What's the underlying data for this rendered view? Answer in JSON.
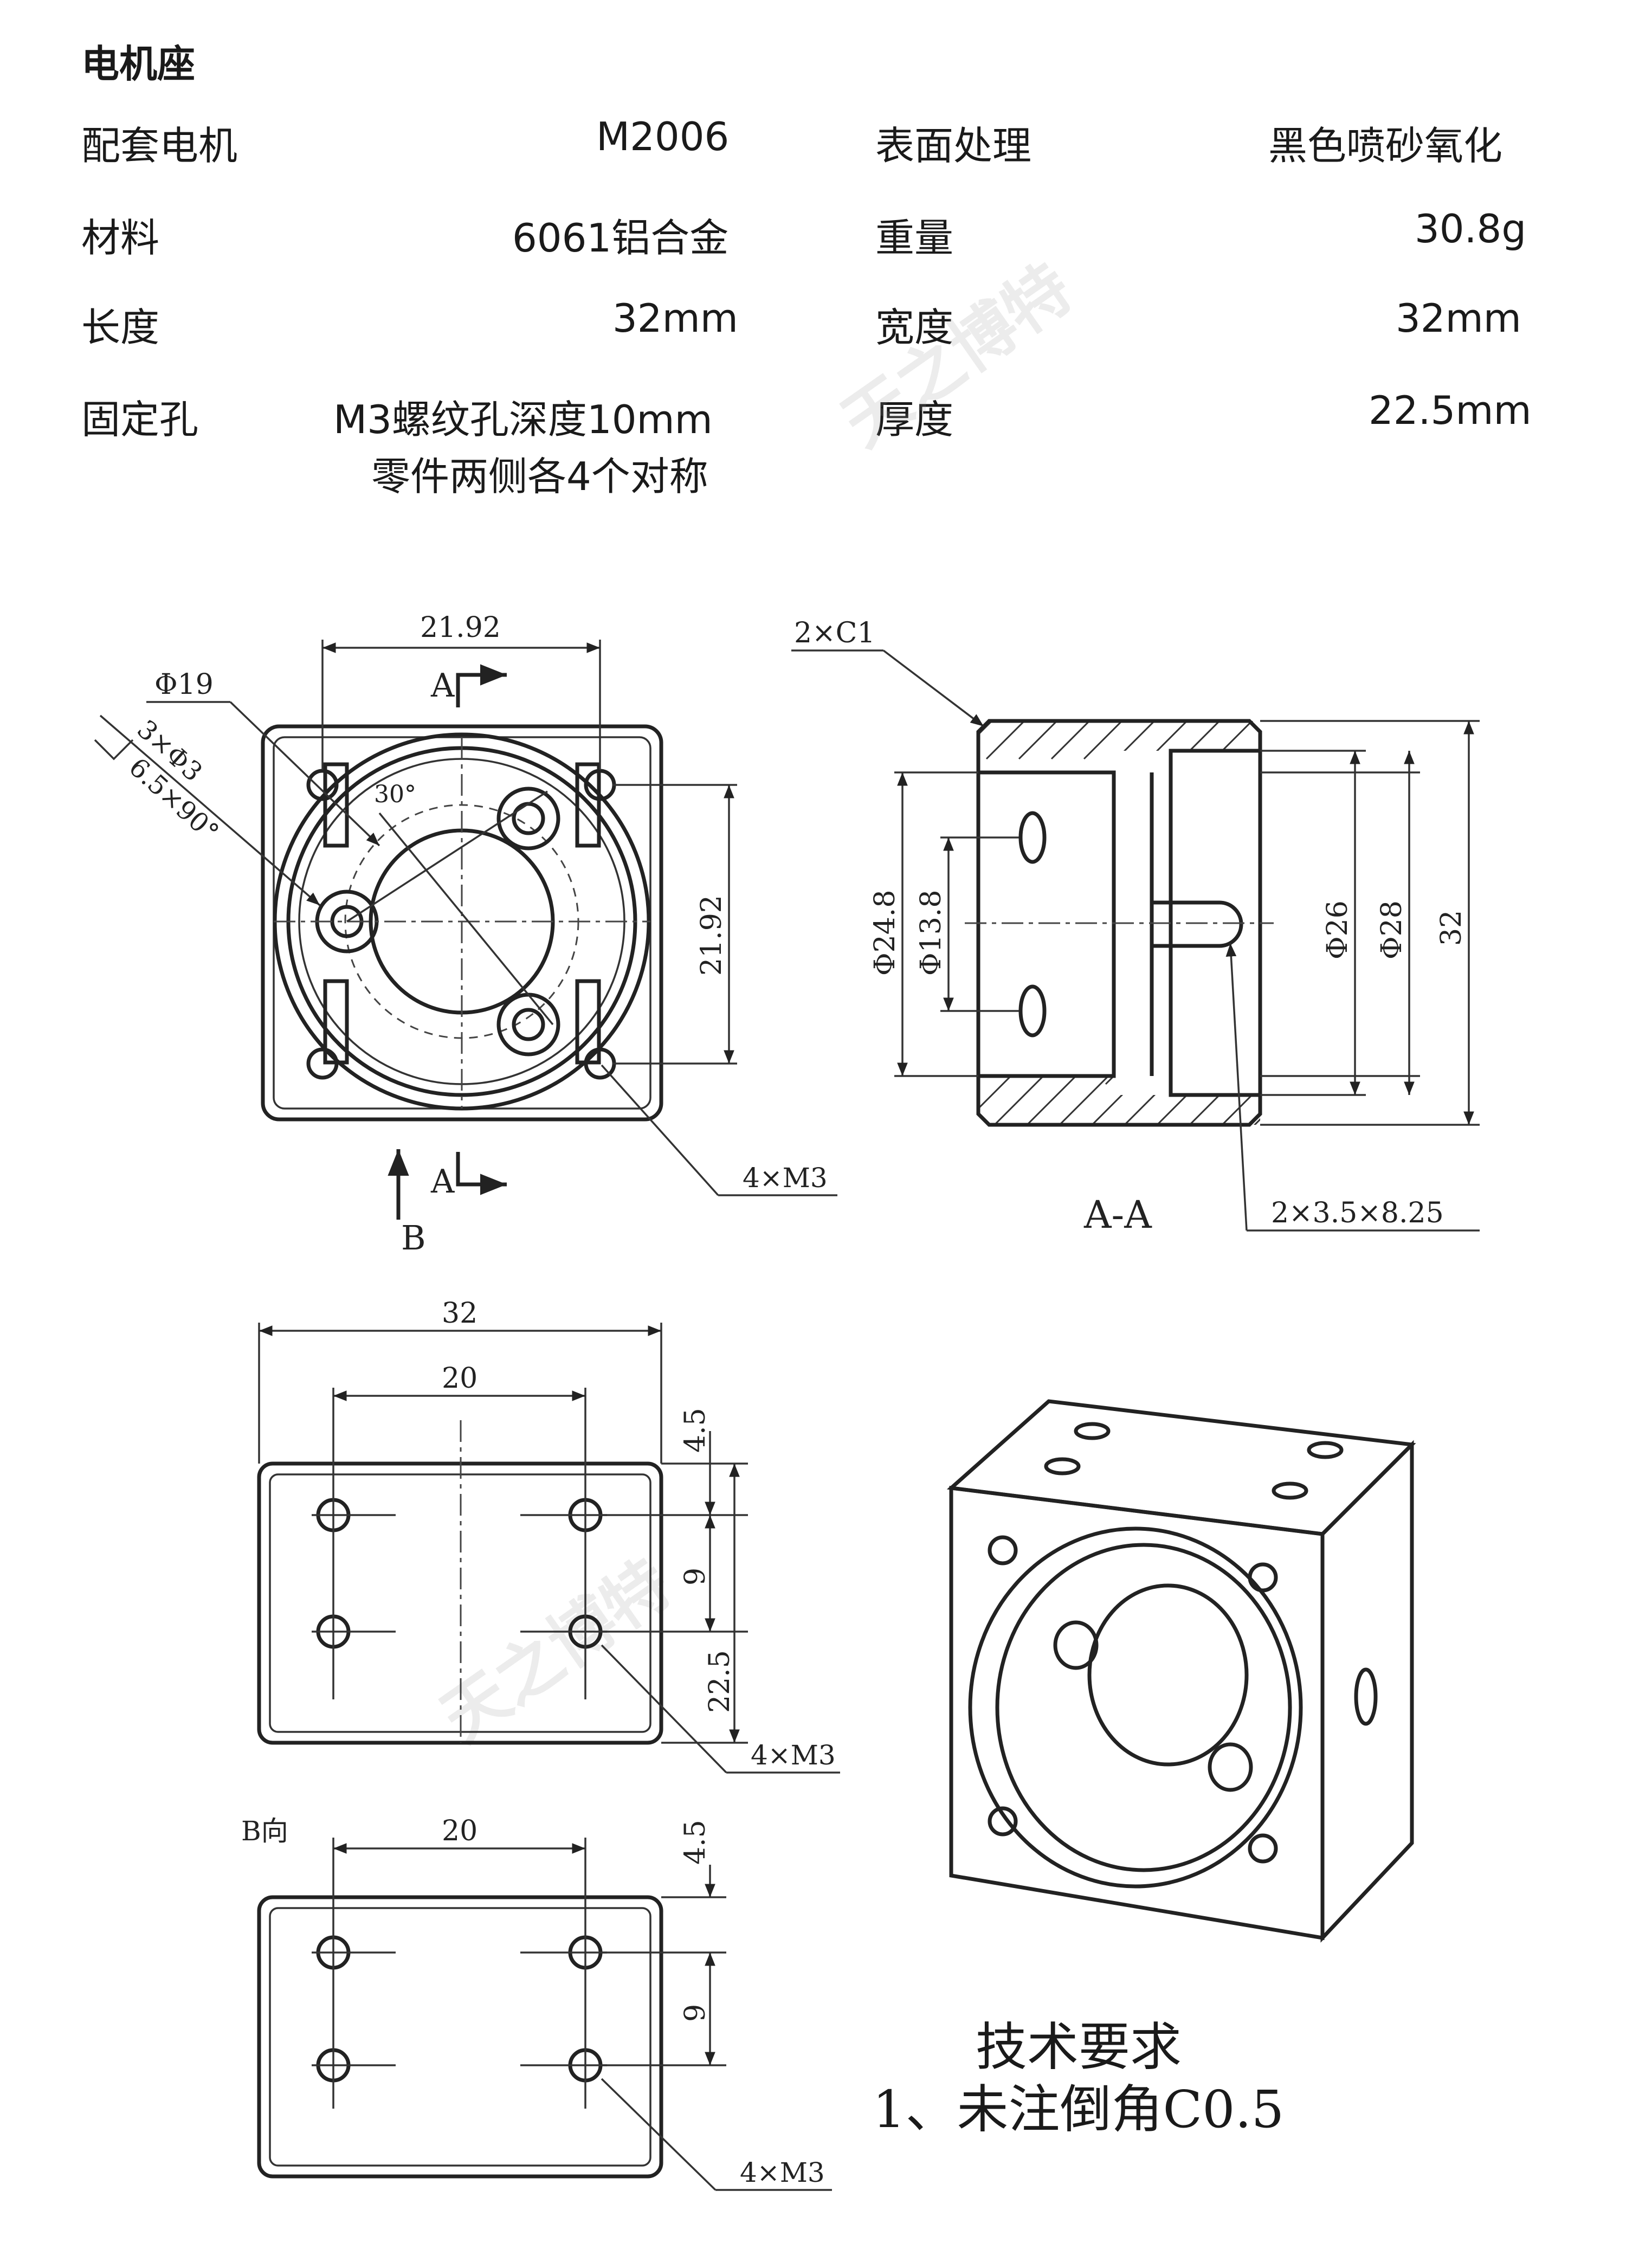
{
  "title": "电机座",
  "specs": [
    {
      "label": "配套电机",
      "value": "M2006"
    },
    {
      "label": "表面处理",
      "value": "黑色喷砂氧化"
    },
    {
      "label": "材料",
      "value": "6061铝合金"
    },
    {
      "label": "重量",
      "value": "30.8g"
    },
    {
      "label": "长度",
      "value": "32mm"
    },
    {
      "label": "宽度",
      "value": "32mm"
    },
    {
      "label": "固定孔",
      "value": "M3螺纹孔深度10mm",
      "value2": "零件两侧各4个对称"
    },
    {
      "label": "厚度",
      "value": "22.5mm"
    }
  ],
  "watermark": "天之博特",
  "front": {
    "dim_top": "21.92",
    "dim_right": "21.92",
    "dia19": "Φ19",
    "hole3": "3×Φ3",
    "csk": "6.5×90°",
    "angle": "30°",
    "sect_a": "A",
    "m3": "4×M3",
    "view_b": "B"
  },
  "section": {
    "chamfer": "2×C1",
    "d248": "Φ24.8",
    "d138": "Φ13.8",
    "d26": "Φ26",
    "d28": "Φ28",
    "h32": "32",
    "title": "A-A",
    "slot": "2×3.5×8.25"
  },
  "side": {
    "w32": "32",
    "w20": "20",
    "h45": "4.5",
    "h9": "9",
    "h225": "22.5",
    "m3": "4×M3"
  },
  "bview": {
    "label": "B向",
    "w20": "20",
    "h45": "4.5",
    "h9": "9",
    "m3": "4×M3"
  },
  "tech": {
    "title": "技术要求",
    "item1": "1、未注倒角C0.5"
  }
}
